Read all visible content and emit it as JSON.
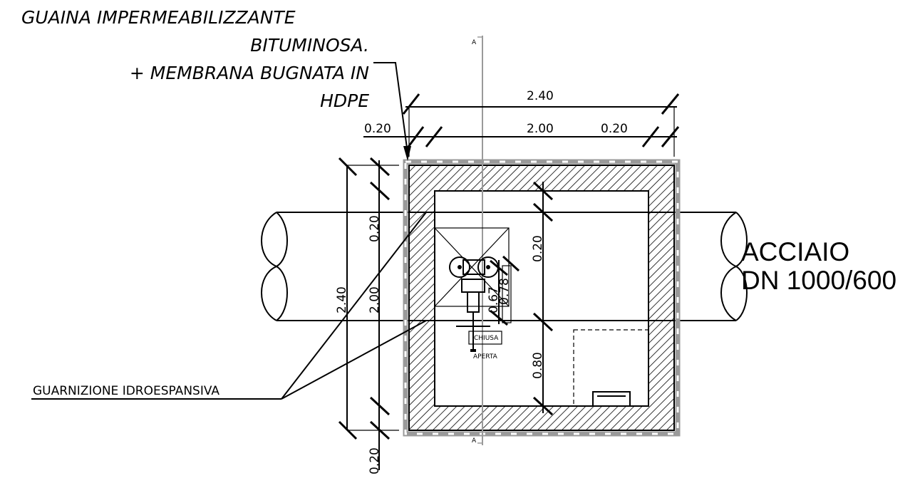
{
  "notes": {
    "membrane_line1": "GUAINA  IMPERMEABILIZZANTE",
    "membrane_line2": "BITUMINOSA.",
    "membrane_line3": "+  MEMBRANA  BUGNATA  IN",
    "membrane_line4": "HDPE",
    "gasket": "GUARNIZIONE  IDROESPANSIVA"
  },
  "pipe_label": {
    "line1": "ACCIAIO",
    "line2": "DN 1000/600"
  },
  "section_marks": {
    "top": "A",
    "bottom": "A"
  },
  "dimensions": {
    "top_total": "2.40",
    "top_left_wall": "0.20",
    "top_inner": "2.00",
    "top_right_wall": "0.20",
    "left_total": "2.40",
    "left_inner": "2.00",
    "left_top_wall": "0.20",
    "left_bottom_wall": "0.20",
    "inner_top": "0.20",
    "inner_mid1": "0.67",
    "inner_mid2": "0.78",
    "inner_bottom": "0.80"
  },
  "valve": {
    "closed": "CHIUSA",
    "open": "APERTA"
  }
}
